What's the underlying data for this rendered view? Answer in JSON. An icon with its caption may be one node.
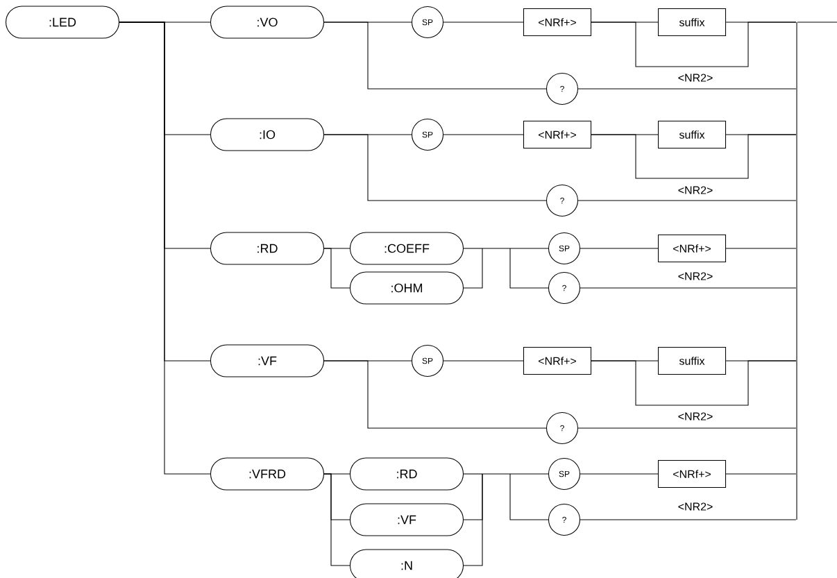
{
  "diagram": {
    "nodes": [
      {
        "text": [
          ":LED"
        ]
      },
      {
        "text": [
          ":VO"
        ]
      },
      {
        "text": [
          "SP"
        ]
      },
      {
        "text": [
          "<NRf+>"
        ]
      },
      {
        "text": [
          "suffix"
        ]
      },
      {
        "text": [
          "?"
        ]
      },
      {
        "text": [
          ":IO"
        ]
      },
      {
        "text": [
          "SP"
        ]
      },
      {
        "text": [
          "<NRf+>"
        ]
      },
      {
        "text": [
          "suffix"
        ]
      },
      {
        "text": [
          "?"
        ]
      },
      {
        "text": [
          ":RD"
        ]
      },
      {
        "text": [
          ":COEFF"
        ]
      },
      {
        "text": [
          ":OHM"
        ]
      },
      {
        "text": [
          "SP"
        ]
      },
      {
        "text": [
          "<NRf+>"
        ]
      },
      {
        "text": [
          "?"
        ]
      },
      {
        "text": [
          ":VF"
        ]
      },
      {
        "text": [
          "SP"
        ]
      },
      {
        "text": [
          "<NRf+>"
        ]
      },
      {
        "text": [
          "suffix"
        ]
      },
      {
        "text": [
          "?"
        ]
      },
      {
        "text": [
          ":VFRD"
        ]
      },
      {
        "text": [
          ":RD"
        ]
      },
      {
        "text": [
          ":VF"
        ]
      },
      {
        "text": [
          ":N"
        ]
      },
      {
        "text": [
          "SP"
        ]
      },
      {
        "text": [
          "<NRf+>"
        ]
      },
      {
        "text": [
          "?"
        ]
      },
      {
        "text": [],
        "shape": "bar"
      }
    ],
    "edges": [
      {
        "from": 0,
        "to": 1,
        "arrow": "none"
      },
      {
        "from": 0,
        "to": 6,
        "arrow": "none"
      },
      {
        "from": 0,
        "to": 11,
        "arrow": "none"
      },
      {
        "from": 0,
        "to": 17,
        "arrow": "none"
      },
      {
        "from": 0,
        "to": 22,
        "arrow": "none"
      },
      {
        "from": 1,
        "to": 2,
        "arrow": "none"
      },
      {
        "from": 1,
        "to": 5,
        "arrow": "none"
      },
      {
        "from": 2,
        "to": 3,
        "arrow": "none"
      },
      {
        "from": 3,
        "to": 4,
        "arrow": "none"
      },
      {
        "from": 6,
        "to": 7,
        "arrow": "none"
      },
      {
        "from": 6,
        "to": 10,
        "arrow": "none"
      },
      {
        "from": 7,
        "to": 8,
        "arrow": "none"
      },
      {
        "from": 8,
        "to": 9,
        "arrow": "none"
      },
      {
        "from": 11,
        "to": 12,
        "arrow": "none"
      },
      {
        "from": 11,
        "to": 13,
        "arrow": "none"
      },
      {
        "from": 12,
        "to": 14,
        "arrow": "none"
      },
      {
        "from": 12,
        "to": 16,
        "arrow": "none"
      },
      {
        "from": 13,
        "to": 14,
        "arrow": "none"
      },
      {
        "from": 13,
        "to": 16,
        "arrow": "none"
      },
      {
        "from": 14,
        "to": 15,
        "arrow": "none"
      },
      {
        "from": 17,
        "to": 18,
        "arrow": "none"
      },
      {
        "from": 17,
        "to": 21,
        "arrow": "none"
      },
      {
        "from": 18,
        "to": 19,
        "arrow": "none"
      },
      {
        "from": 19,
        "to": 20,
        "arrow": "none"
      },
      {
        "from": 22,
        "to": 23,
        "arrow": "none"
      },
      {
        "from": 22,
        "to": 24,
        "arrow": "none"
      },
      {
        "from": 22,
        "to": 25,
        "arrow": "none"
      },
      {
        "from": 23,
        "to": 26,
        "arrow": "none"
      },
      {
        "from": 23,
        "to": 28,
        "arrow": "none"
      },
      {
        "from": 24,
        "to": 26,
        "arrow": "none"
      },
      {
        "from": 24,
        "to": 28,
        "arrow": "none"
      },
      {
        "from": 25,
        "to": 26,
        "arrow": "none"
      },
      {
        "from": 25,
        "to": 28,
        "arrow": "none"
      },
      {
        "from": 26,
        "to": 27,
        "arrow": "none"
      },
      {
        "from": 3,
        "to": 29,
        "arrow": "none"
      },
      {
        "from": 4,
        "to": 29,
        "arrow": "none"
      },
      {
        "from": 5,
        "to": 29,
        "arrow": "none"
      },
      {
        "from": 8,
        "to": 29,
        "arrow": "none"
      },
      {
        "from": 9,
        "to": 29,
        "arrow": "none"
      },
      {
        "from": 10,
        "to": 29,
        "arrow": "none"
      },
      {
        "from": 15,
        "to": 29,
        "arrow": "none"
      },
      {
        "from": 16,
        "to": 29,
        "arrow": "none"
      },
      {
        "from": 19,
        "to": 29,
        "arrow": "none"
      },
      {
        "from": 20,
        "to": 29,
        "arrow": "none"
      },
      {
        "from": 21,
        "to": 29,
        "arrow": "none"
      },
      {
        "from": 27,
        "to": 29,
        "arrow": "none"
      },
      {
        "from": 28,
        "to": 29,
        "arrow": "none"
      },
      {
        "from": 29,
        "to": null,
        "arrow": "none"
      }
    ],
    "labels": [
      "<NR2>",
      "<NR2>",
      "<NR2>",
      "<NR2>",
      "<NR2>"
    ]
  }
}
